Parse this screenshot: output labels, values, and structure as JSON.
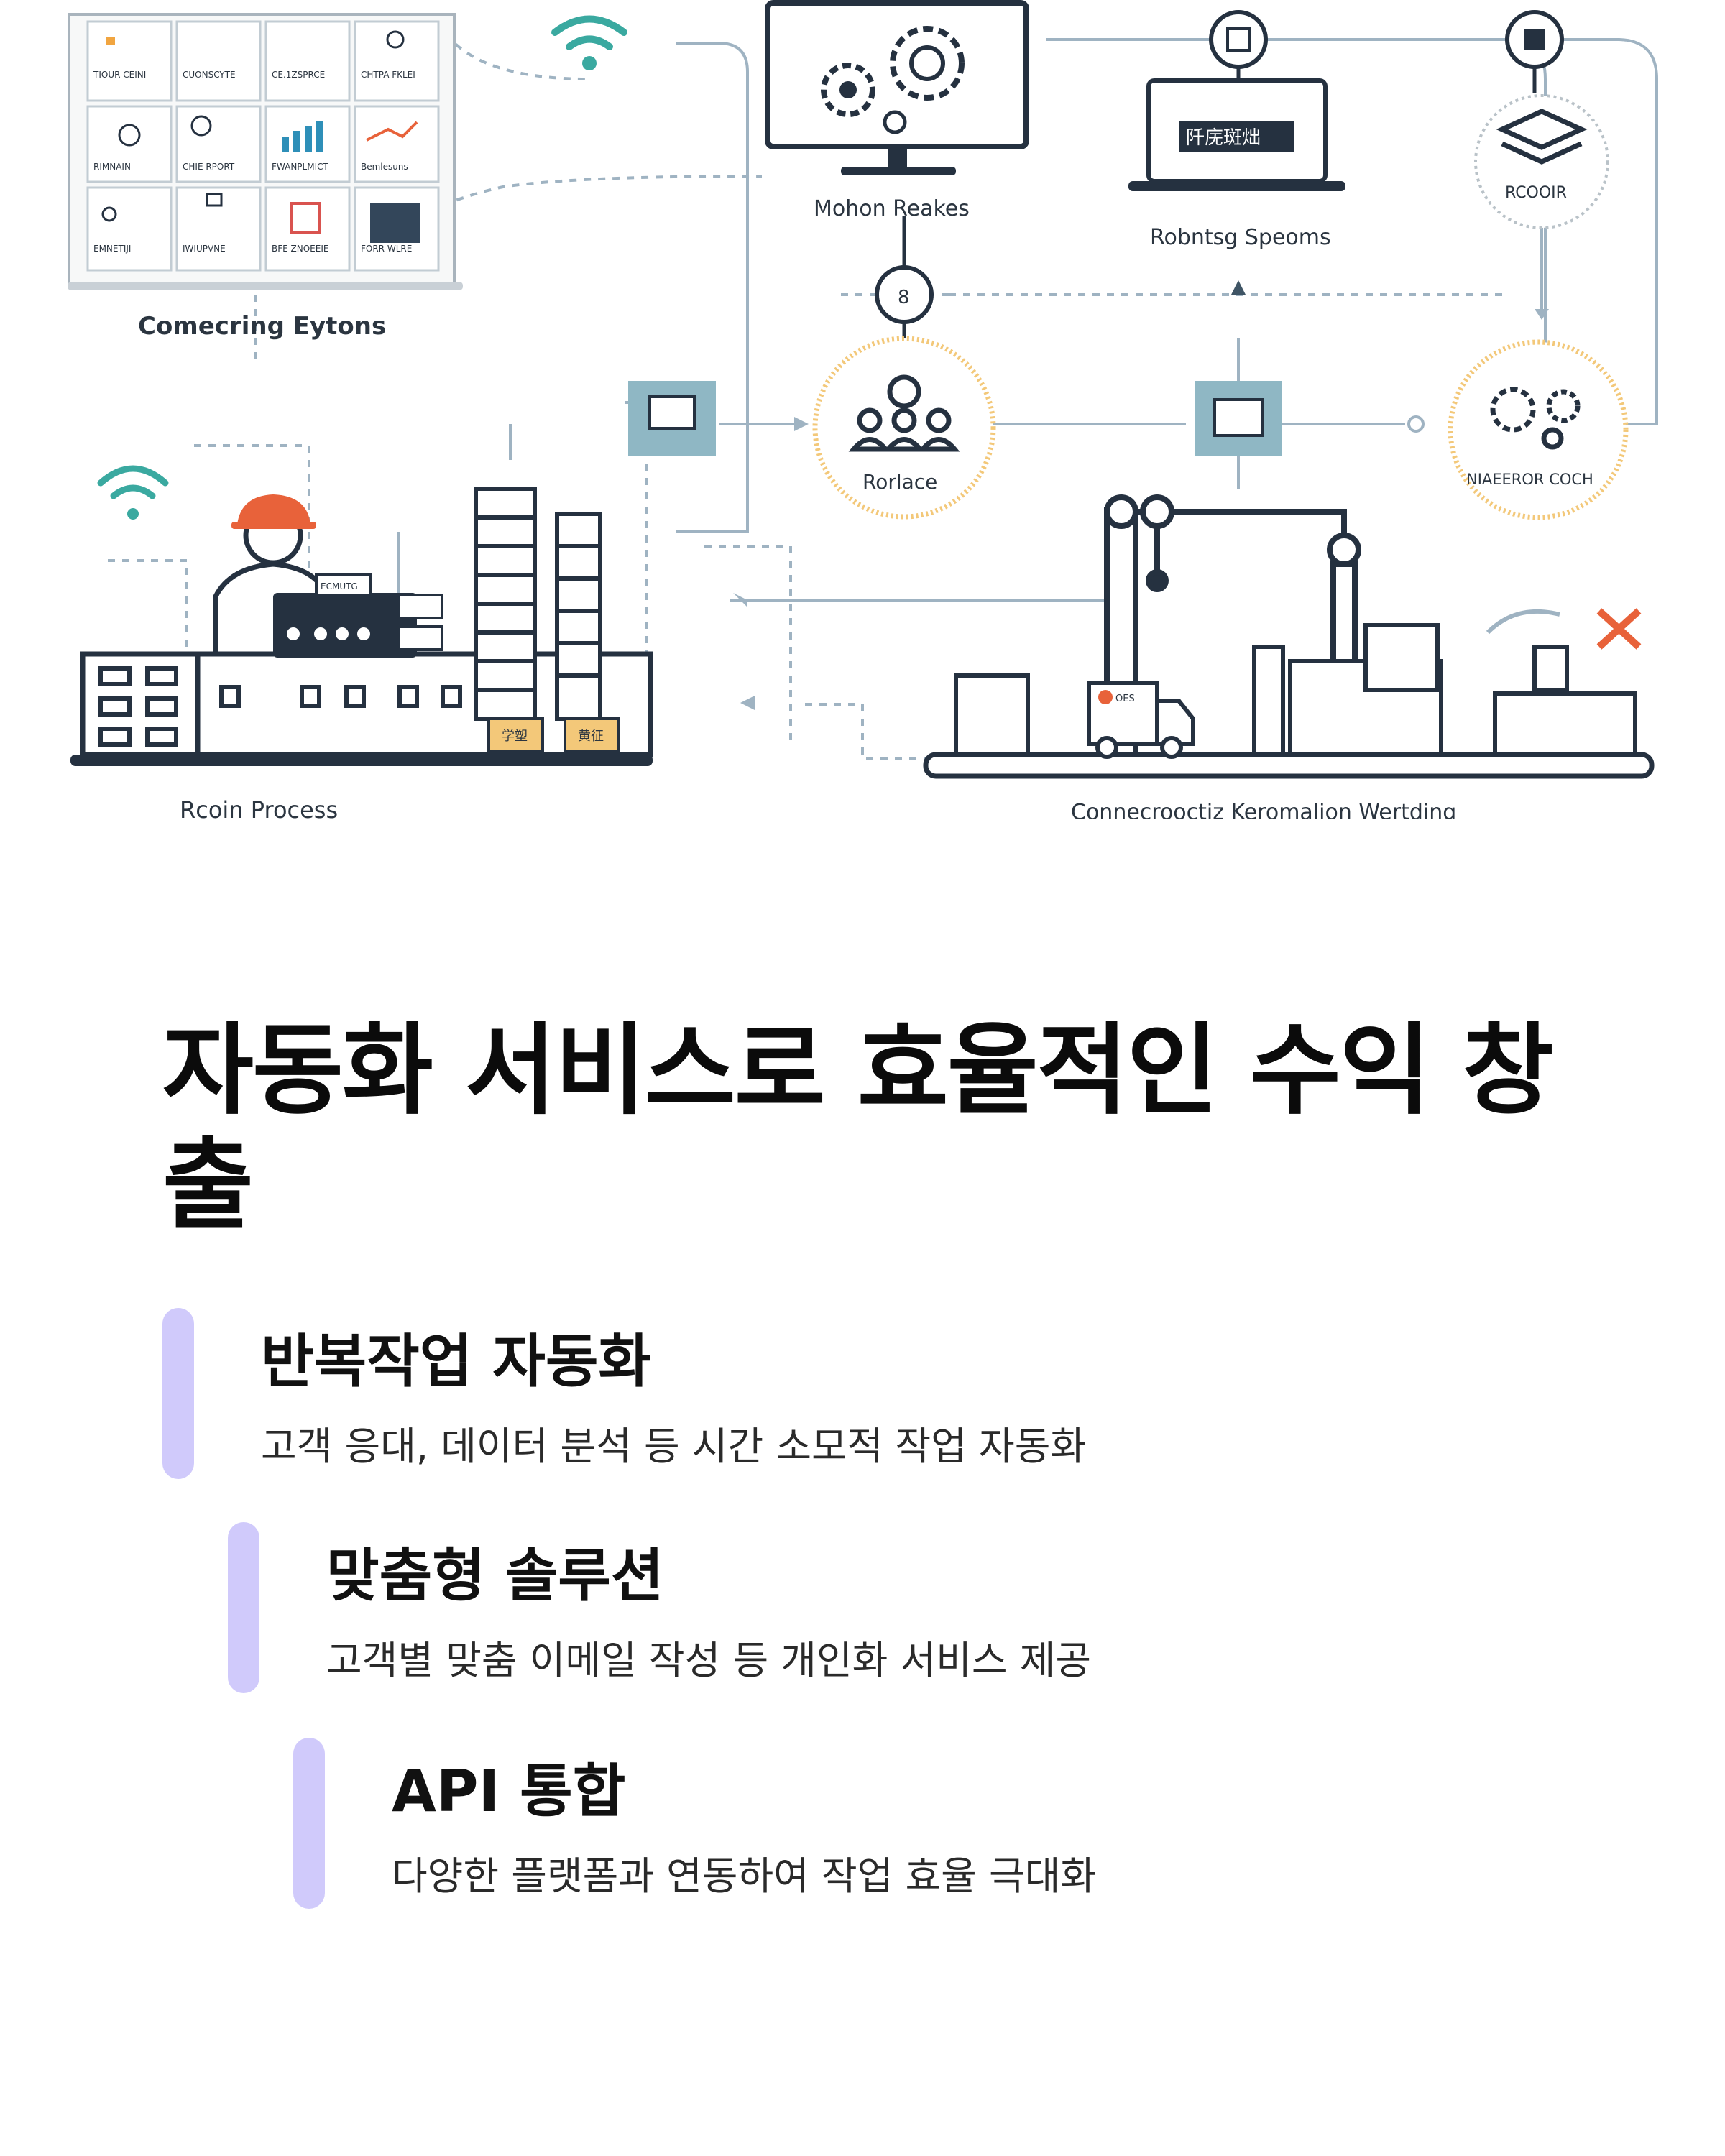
{
  "illustration": {
    "labels": {
      "connecting_systems": "Comecring Eytons",
      "monitor": "Mohon Reakes",
      "robotic_systems": "Robntsg Speoms",
      "laptop_screen": "阡庑斑炪",
      "record": "RCOOIR",
      "roles": "Rorlace",
      "manager": "NIAEEROR COCH",
      "process": "Rcoin Process",
      "connectivity": "Connecrooctiz Keromalion Wertding",
      "crate_left": "学塑",
      "crate_right": "黄征",
      "truck": "OES",
      "console": "ECMUTG"
    },
    "dashboard_tiles": [
      {
        "caption": "TIOUR CEINI",
        "icon": "card-icon"
      },
      {
        "caption": "CUONSCYTE",
        "icon": "blank"
      },
      {
        "caption": "CE.1ZSPRCE",
        "icon": "blank"
      },
      {
        "caption": "CHTPA FKLEI",
        "icon": "gear-icon"
      },
      {
        "caption": "RIMNAIN",
        "icon": "bulb-icon"
      },
      {
        "caption": "CHIE RPORT",
        "icon": "badge-icon"
      },
      {
        "caption": "FWANPLMICT",
        "icon": "bar-chart-icon"
      },
      {
        "caption": "Bemlesuns",
        "icon": "line-chart-icon"
      },
      {
        "caption": "EMNETIJI",
        "icon": "clock-icon"
      },
      {
        "caption": "IWIUPVNE",
        "icon": "calendar-icon"
      },
      {
        "caption": "BFE ZNOEEIE",
        "icon": "building-icon"
      },
      {
        "caption": "FORR WLRE",
        "icon": "grid-icon"
      }
    ],
    "accent_colors": {
      "line": "#9fb3c2",
      "dark": "#253140",
      "teal_box": "#8fb7c4",
      "orange": "#e8623a",
      "gold": "#f3c879"
    }
  },
  "heading": "자동화 서비스로 효율적인 수익 창출",
  "items": [
    {
      "title": "반복작업 자동화",
      "desc": "고객 응대, 데이터 분석 등 시간 소모적 작업 자동화"
    },
    {
      "title": "맞춤형 솔루션",
      "desc": "고객별 맞춤 이메일 작성 등 개인화 서비스 제공"
    },
    {
      "title": "API 통합",
      "desc": "다양한 플랫폼과 연동하여 작업 효율 극대화"
    }
  ],
  "accent_bar_color": "#d0cafb"
}
